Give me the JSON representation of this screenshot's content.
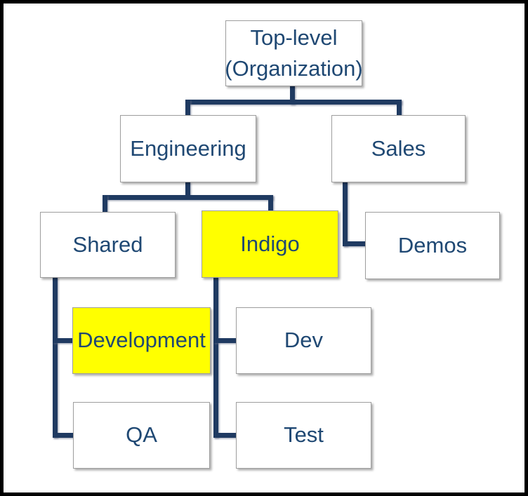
{
  "diagram": {
    "type": "org-chart",
    "description": "Organization hierarchy tree with highlighted nodes",
    "colors": {
      "connector_line": "#1F3A61",
      "node_text": "#1F4873",
      "node_fill_default": "#FFFFFF",
      "node_fill_highlight": "#FFFF00",
      "node_border": "#9E9E9E",
      "outer_frame": "#000000",
      "background": "#FFFFFF"
    },
    "nodes": [
      {
        "id": "top-level",
        "label": "Top-level (Organization)",
        "line1": "Top-level",
        "line2": "(Organization)",
        "fill": "#FFFFFF",
        "highlighted": false
      },
      {
        "id": "engineering",
        "label": "Engineering",
        "fill": "#FFFFFF",
        "highlighted": false
      },
      {
        "id": "sales",
        "label": "Sales",
        "fill": "#FFFFFF",
        "highlighted": false
      },
      {
        "id": "shared",
        "label": "Shared",
        "fill": "#FFFFFF",
        "highlighted": false
      },
      {
        "id": "indigo",
        "label": "Indigo",
        "fill": "#FFFF00",
        "highlighted": true
      },
      {
        "id": "demos",
        "label": "Demos",
        "fill": "#FFFFFF",
        "highlighted": false
      },
      {
        "id": "development",
        "label": "Development",
        "fill": "#FFFF00",
        "highlighted": true
      },
      {
        "id": "dev",
        "label": "Dev",
        "fill": "#FFFFFF",
        "highlighted": false
      },
      {
        "id": "qa",
        "label": "QA",
        "fill": "#FFFFFF",
        "highlighted": false
      },
      {
        "id": "test",
        "label": "Test",
        "fill": "#FFFFFF",
        "highlighted": false
      }
    ],
    "edges": [
      {
        "from": "Top-level (Organization)",
        "to": "Engineering"
      },
      {
        "from": "Top-level (Organization)",
        "to": "Sales"
      },
      {
        "from": "Engineering",
        "to": "Shared"
      },
      {
        "from": "Engineering",
        "to": "Indigo"
      },
      {
        "from": "Sales",
        "to": "Demos"
      },
      {
        "from": "Shared",
        "to": "Development"
      },
      {
        "from": "Shared",
        "to": "QA"
      },
      {
        "from": "Indigo",
        "to": "Dev"
      },
      {
        "from": "Indigo",
        "to": "Test"
      }
    ]
  }
}
